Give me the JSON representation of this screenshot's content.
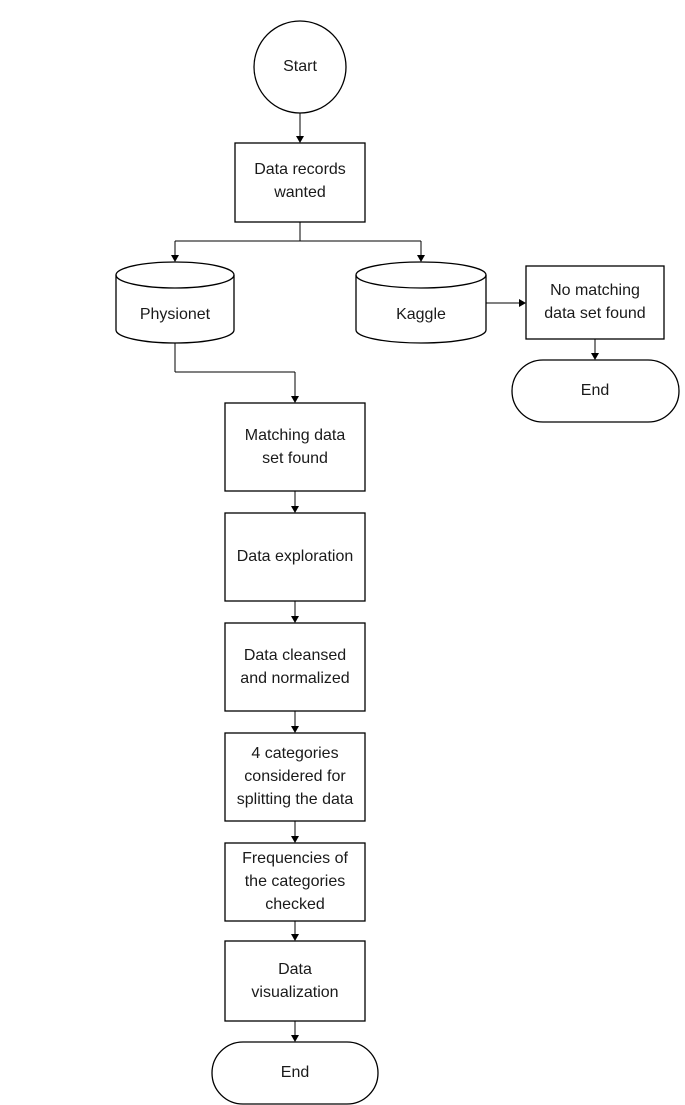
{
  "nodes": {
    "start": "Start",
    "data_records_wanted": [
      "Data records",
      "wanted"
    ],
    "physionet": "Physionet",
    "kaggle": "Kaggle",
    "no_matching": [
      "No matching",
      "data set found"
    ],
    "end_right": "End",
    "matching_found": [
      "Matching data",
      "set found"
    ],
    "data_exploration": "Data exploration",
    "data_cleansed": [
      "Data cleansed",
      "and normalized"
    ],
    "categories": [
      "4 categories",
      "considered for",
      "splitting the data"
    ],
    "frequencies": [
      "Frequencies of",
      "the categories",
      "checked"
    ],
    "data_visualization": [
      "Data",
      "visualization"
    ],
    "end_bottom": "End"
  }
}
